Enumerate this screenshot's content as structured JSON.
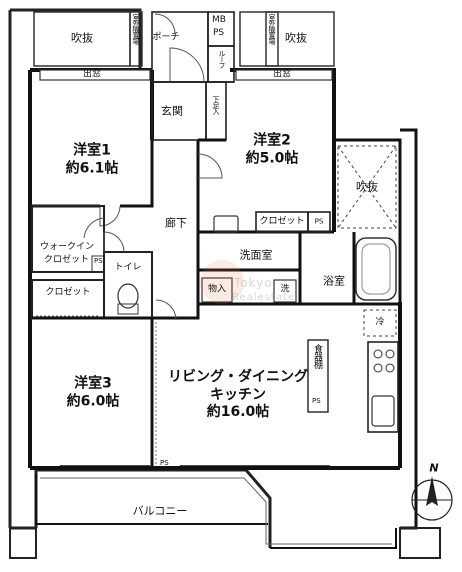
{
  "labels": {
    "fukinuke": "吹抜",
    "porch": "ポーチ",
    "outdoor_storage": "室外機置場",
    "mb_ps_1": "MB",
    "mb_ps_2": "PS",
    "mb_ps_3": "ルーフ",
    "demado": "出窓",
    "genkan": "玄関",
    "getabako": "下足入",
    "bedroom1_name": "洋室1",
    "bedroom1_size": "約6.1帖",
    "bedroom2_name": "洋室2",
    "bedroom2_size": "約5.0帖",
    "bedroom3_name": "洋室3",
    "bedroom3_size": "約6.0帖",
    "corridor": "廊下",
    "walkin_1": "ウォークイン",
    "walkin_2": "クロゼット",
    "ps": "PS",
    "toilet": "トイレ",
    "closet": "クロゼット",
    "washroom": "洗面室",
    "storage": "物入",
    "washer": "洗",
    "bathroom": "浴室",
    "fridge": "冷",
    "ldk_name": "リビング・ダイニング",
    "ldk_kitchen": "キッチン",
    "ldk_size": "約16.0帖",
    "pantry": "食器棚",
    "balcony": "バルコニー",
    "north": "N",
    "watermark_1": "Tokyo",
    "watermark_2": "Realestate"
  }
}
